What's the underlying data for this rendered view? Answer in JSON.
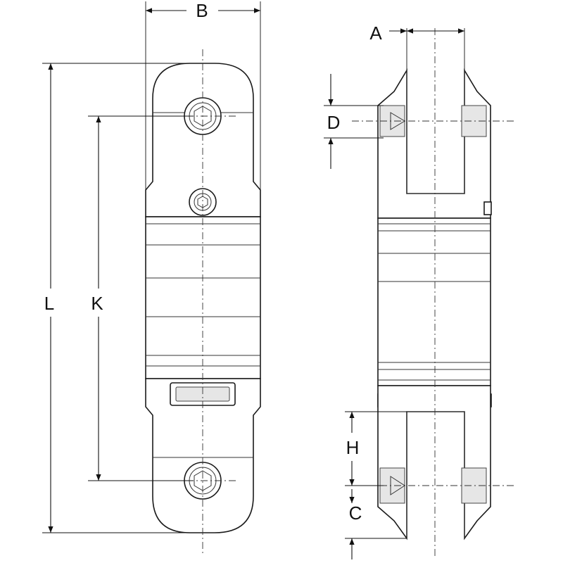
{
  "dimensions": {
    "A": "A",
    "B": "B",
    "C": "C",
    "D": "D",
    "H": "H",
    "K": "K",
    "L": "L"
  }
}
